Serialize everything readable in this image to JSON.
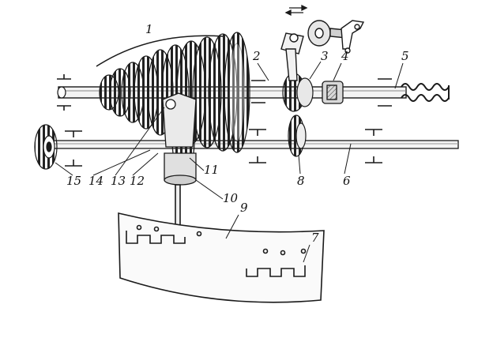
{
  "diagram": {
    "callouts": [
      {
        "id": "1",
        "label": "1"
      },
      {
        "id": "2",
        "label": "2"
      },
      {
        "id": "3",
        "label": "3"
      },
      {
        "id": "4",
        "label": "4"
      },
      {
        "id": "5",
        "label": "5"
      },
      {
        "id": "6",
        "label": "6"
      },
      {
        "id": "7",
        "label": "7"
      },
      {
        "id": "8",
        "label": "8"
      },
      {
        "id": "9",
        "label": "9"
      },
      {
        "id": "10",
        "label": "10"
      },
      {
        "id": "11",
        "label": "11"
      },
      {
        "id": "12",
        "label": "12"
      },
      {
        "id": "13",
        "label": "13"
      },
      {
        "id": "14",
        "label": "14"
      },
      {
        "id": "15",
        "label": "15"
      }
    ],
    "colors": {
      "ink": "#1a1a1a",
      "paper": "#ffffff",
      "shade": "#555555"
    },
    "icons": [
      "double-arrow-icon"
    ]
  }
}
